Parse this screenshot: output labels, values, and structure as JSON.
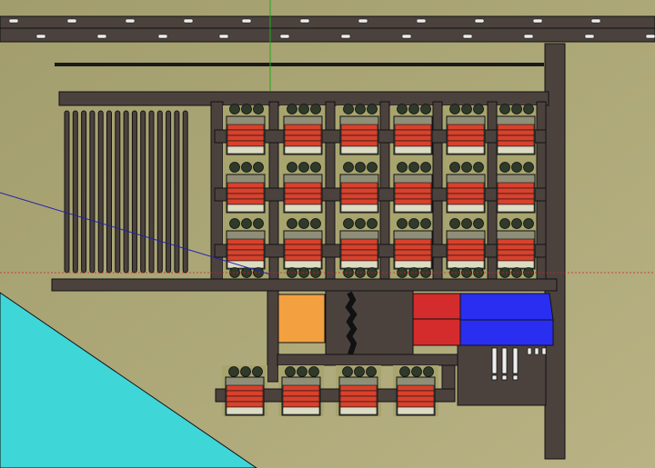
{
  "viewport": {
    "kind": "3d-model-top-view",
    "colors": {
      "ground": "#a9a474",
      "road": "#4b423e",
      "outline": "#111111",
      "plot": "#a8a46e",
      "roof_red": "#d8412c",
      "roof_grey": "#8f8f78",
      "porch": "#dcdcc4",
      "tree": "#2f3a2a",
      "water": "#3fd6d8",
      "orange_building": "#f2a040",
      "red_building": "#d42c2c",
      "blue_building": "#2a2ef0",
      "axis_green": "#22aa22",
      "axis_red": "#cc2222",
      "axis_blue": "#2222aa"
    },
    "house_grid": {
      "columns": 6,
      "rows": 3
    },
    "bottom_houses": 4
  }
}
